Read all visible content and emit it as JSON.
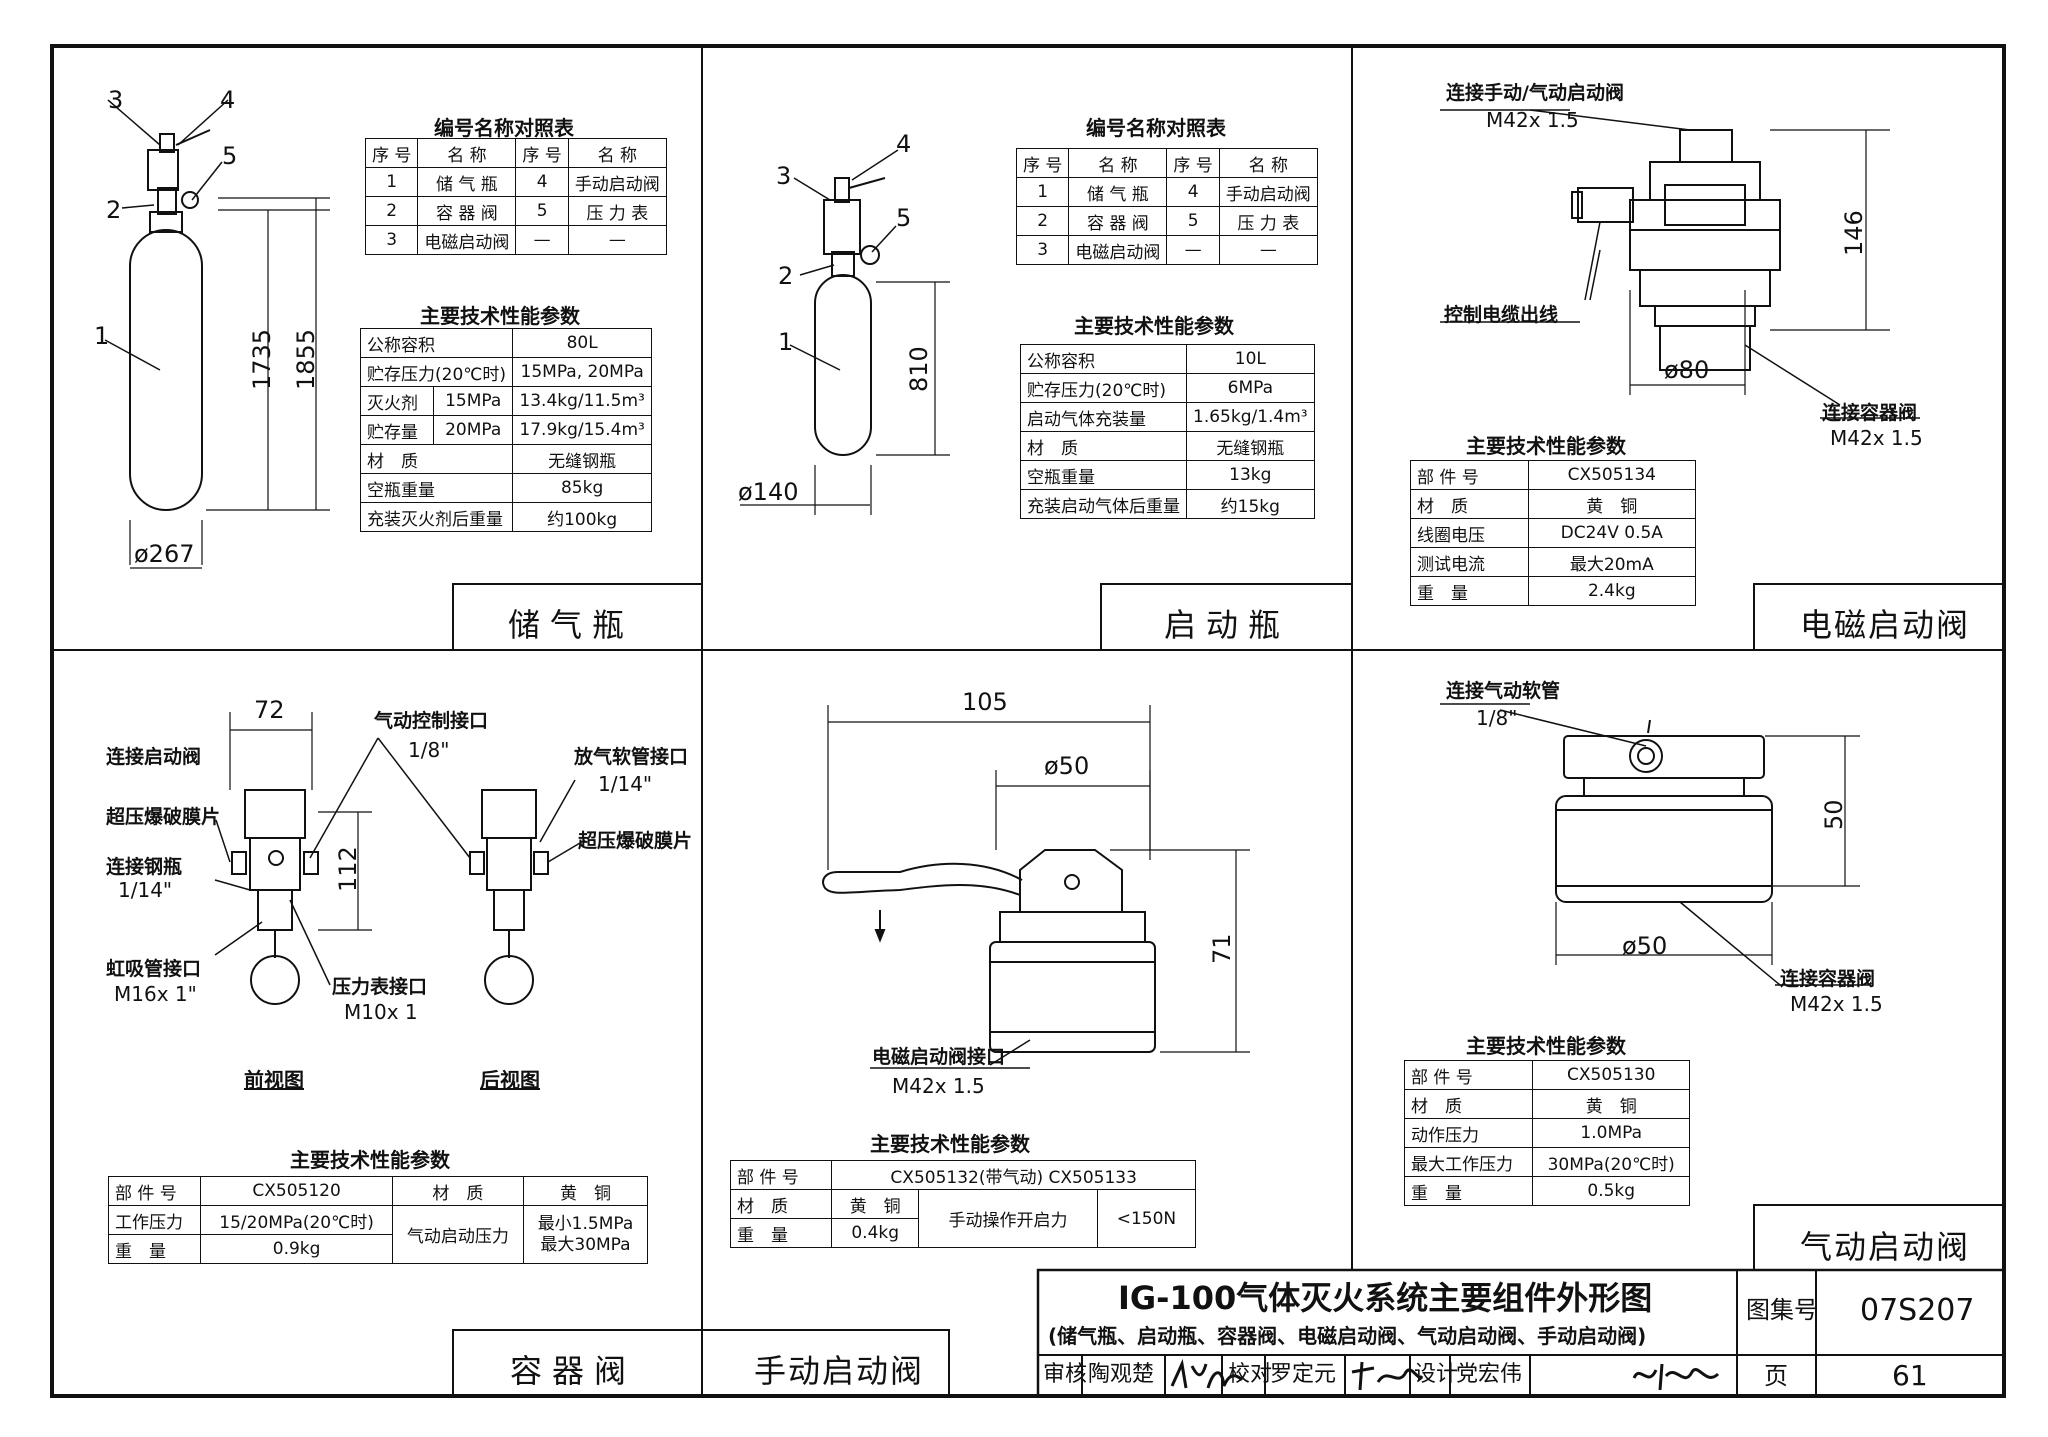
{
  "frame": {
    "border_color": "#111111"
  },
  "panels": {
    "storage": {
      "title": "储气瓶",
      "labels": {
        "n1": "1",
        "n2": "2",
        "n3": "3",
        "n4": "4",
        "n5": "5"
      },
      "dims": {
        "height1": "1735",
        "height2": "1855",
        "dia": "ø267"
      },
      "ref_table": {
        "caption": "编号名称对照表",
        "header": [
          "序 号",
          "名 称",
          "序 号",
          "名 称"
        ],
        "rows": [
          [
            "1",
            "储 气 瓶",
            "4",
            "手动启动阀"
          ],
          [
            "2",
            "容 器 阀",
            "5",
            "压 力 表"
          ],
          [
            "3",
            "电磁启动阀",
            "—",
            "—"
          ]
        ]
      },
      "spec": {
        "caption": "主要技术性能参数",
        "rows": [
          [
            "公称容积",
            "80L"
          ],
          [
            "贮存压力(20℃时)",
            "15MPa, 20MPa"
          ]
        ],
        "agent_label_1": "灭火剂",
        "agent_label_2": "贮存量",
        "agent_rows": [
          [
            "15MPa",
            "13.4kg/11.5m³"
          ],
          [
            "20MPa",
            "17.9kg/15.4m³"
          ]
        ],
        "rows2": [
          [
            "材　质",
            "无缝钢瓶"
          ],
          [
            "空瓶重量",
            "85kg"
          ],
          [
            "充装灭火剂后重量",
            "约100kg"
          ]
        ]
      }
    },
    "starter": {
      "title": "启动瓶",
      "labels": {
        "n1": "1",
        "n2": "2",
        "n3": "3",
        "n4": "4",
        "n5": "5"
      },
      "dims": {
        "height": "810",
        "dia": "ø140"
      },
      "ref_table": {
        "caption": "编号名称对照表",
        "header": [
          "序 号",
          "名 称",
          "序 号",
          "名 称"
        ],
        "rows": [
          [
            "1",
            "储 气 瓶",
            "4",
            "手动启动阀"
          ],
          [
            "2",
            "容 器 阀",
            "5",
            "压 力 表"
          ],
          [
            "3",
            "电磁启动阀",
            "—",
            "—"
          ]
        ]
      },
      "spec": {
        "caption": "主要技术性能参数",
        "rows": [
          [
            "公称容积",
            "10L"
          ],
          [
            "贮存压力(20℃时)",
            "6MPa"
          ],
          [
            "启动气体充装量",
            "1.65kg/1.4m³"
          ],
          [
            "材　质",
            "无缝钢瓶"
          ],
          [
            "空瓶重量",
            "13kg"
          ],
          [
            "充装启动气体后重量",
            "约15kg"
          ]
        ]
      }
    },
    "solenoid": {
      "title": "电磁启动阀",
      "top_label": "连接手动/气动启动阀",
      "top_thread": "M42x 1.5",
      "cable_label": "控制电缆出线",
      "dims": {
        "height": "146",
        "dia": "ø80"
      },
      "bottom_label": "连接容器阀",
      "bottom_thread": "M42x 1.5",
      "spec": {
        "caption": "主要技术性能参数",
        "rows": [
          [
            "部 件 号",
            "CX505134"
          ],
          [
            "材　质",
            "黄　铜"
          ],
          [
            "线圈电压",
            "DC24V 0.5A"
          ],
          [
            "测试电流",
            "最大20mA"
          ],
          [
            "重　量",
            "2.4kg"
          ]
        ]
      }
    },
    "container_valve": {
      "title": "容器阀",
      "labels": {
        "start": "连接启动阀",
        "burst_l": "超压爆破膜片",
        "bottle": "连接钢瓶",
        "bottle_size": "1/14\"",
        "siphon": "虹吸管接口",
        "siphon_size": "M16x 1\"",
        "pneu": "气动控制接口",
        "pneu_size": "1/8\"",
        "gauge": "压力表接口",
        "gauge_size": "M10x 1",
        "vent": "放气软管接口",
        "vent_size": "1/14\"",
        "burst_r": "超压爆破膜片"
      },
      "dims": {
        "width": "72",
        "height": "112"
      },
      "views": {
        "front": "前视图",
        "back": "后视图"
      },
      "spec": {
        "caption": "主要技术性能参数",
        "c1": "部 件 号",
        "c2": "CX505120",
        "c3": "材　质",
        "c4": "黄　铜",
        "r2a": "工作压力",
        "r2b": "15/20MPa(20℃时)",
        "r2c": "气动启动压力",
        "r2d": "最小1.5MPa",
        "r2e": "最大30MPa",
        "r3a": "重　量",
        "r3b": "0.9kg"
      }
    },
    "manual": {
      "title": "手动启动阀",
      "dims": {
        "width": "105",
        "dia": "ø50",
        "height": "71"
      },
      "port_label": "电磁启动阀接口",
      "port_thread": "M42x 1.5",
      "spec": {
        "caption": "主要技术性能参数",
        "c1": "部 件 号",
        "c2": "CX505132(带气动)  CX505133",
        "r2a": "材　质",
        "r2b": "黄　铜",
        "r2c": "手动操作开启力",
        "r2d": "<150N",
        "r3a": "重　量",
        "r3b": "0.4kg"
      }
    },
    "pneumatic": {
      "title": "气动启动阀",
      "top_label": "连接气动软管",
      "top_size": "1/8\"",
      "dims": {
        "height": "50",
        "dia": "ø50"
      },
      "bottom_label": "连接容器阀",
      "bottom_thread": "M42x 1.5",
      "spec": {
        "caption": "主要技术性能参数",
        "rows": [
          [
            "部 件 号",
            "CX505130"
          ],
          [
            "材　质",
            "黄　铜"
          ],
          [
            "动作压力",
            "1.0MPa"
          ],
          [
            "最大工作压力",
            "30MPa(20℃时)"
          ],
          [
            "重　量",
            "0.5kg"
          ]
        ]
      }
    }
  },
  "title_block": {
    "title": "IG-100气体灭火系统主要组件外形图",
    "subtitle": "(储气瓶、启动瓶、容器阀、电磁启动阀、气动启动阀、手动启动阀)",
    "atlas_label": "图集号",
    "atlas_no": "07S207",
    "review_label": "审核",
    "reviewer": "陶观楚",
    "check_label": "校对",
    "checker": "罗定元",
    "design_label": "设计",
    "designer": "党宏伟",
    "page_label": "页",
    "page_no": "61"
  }
}
